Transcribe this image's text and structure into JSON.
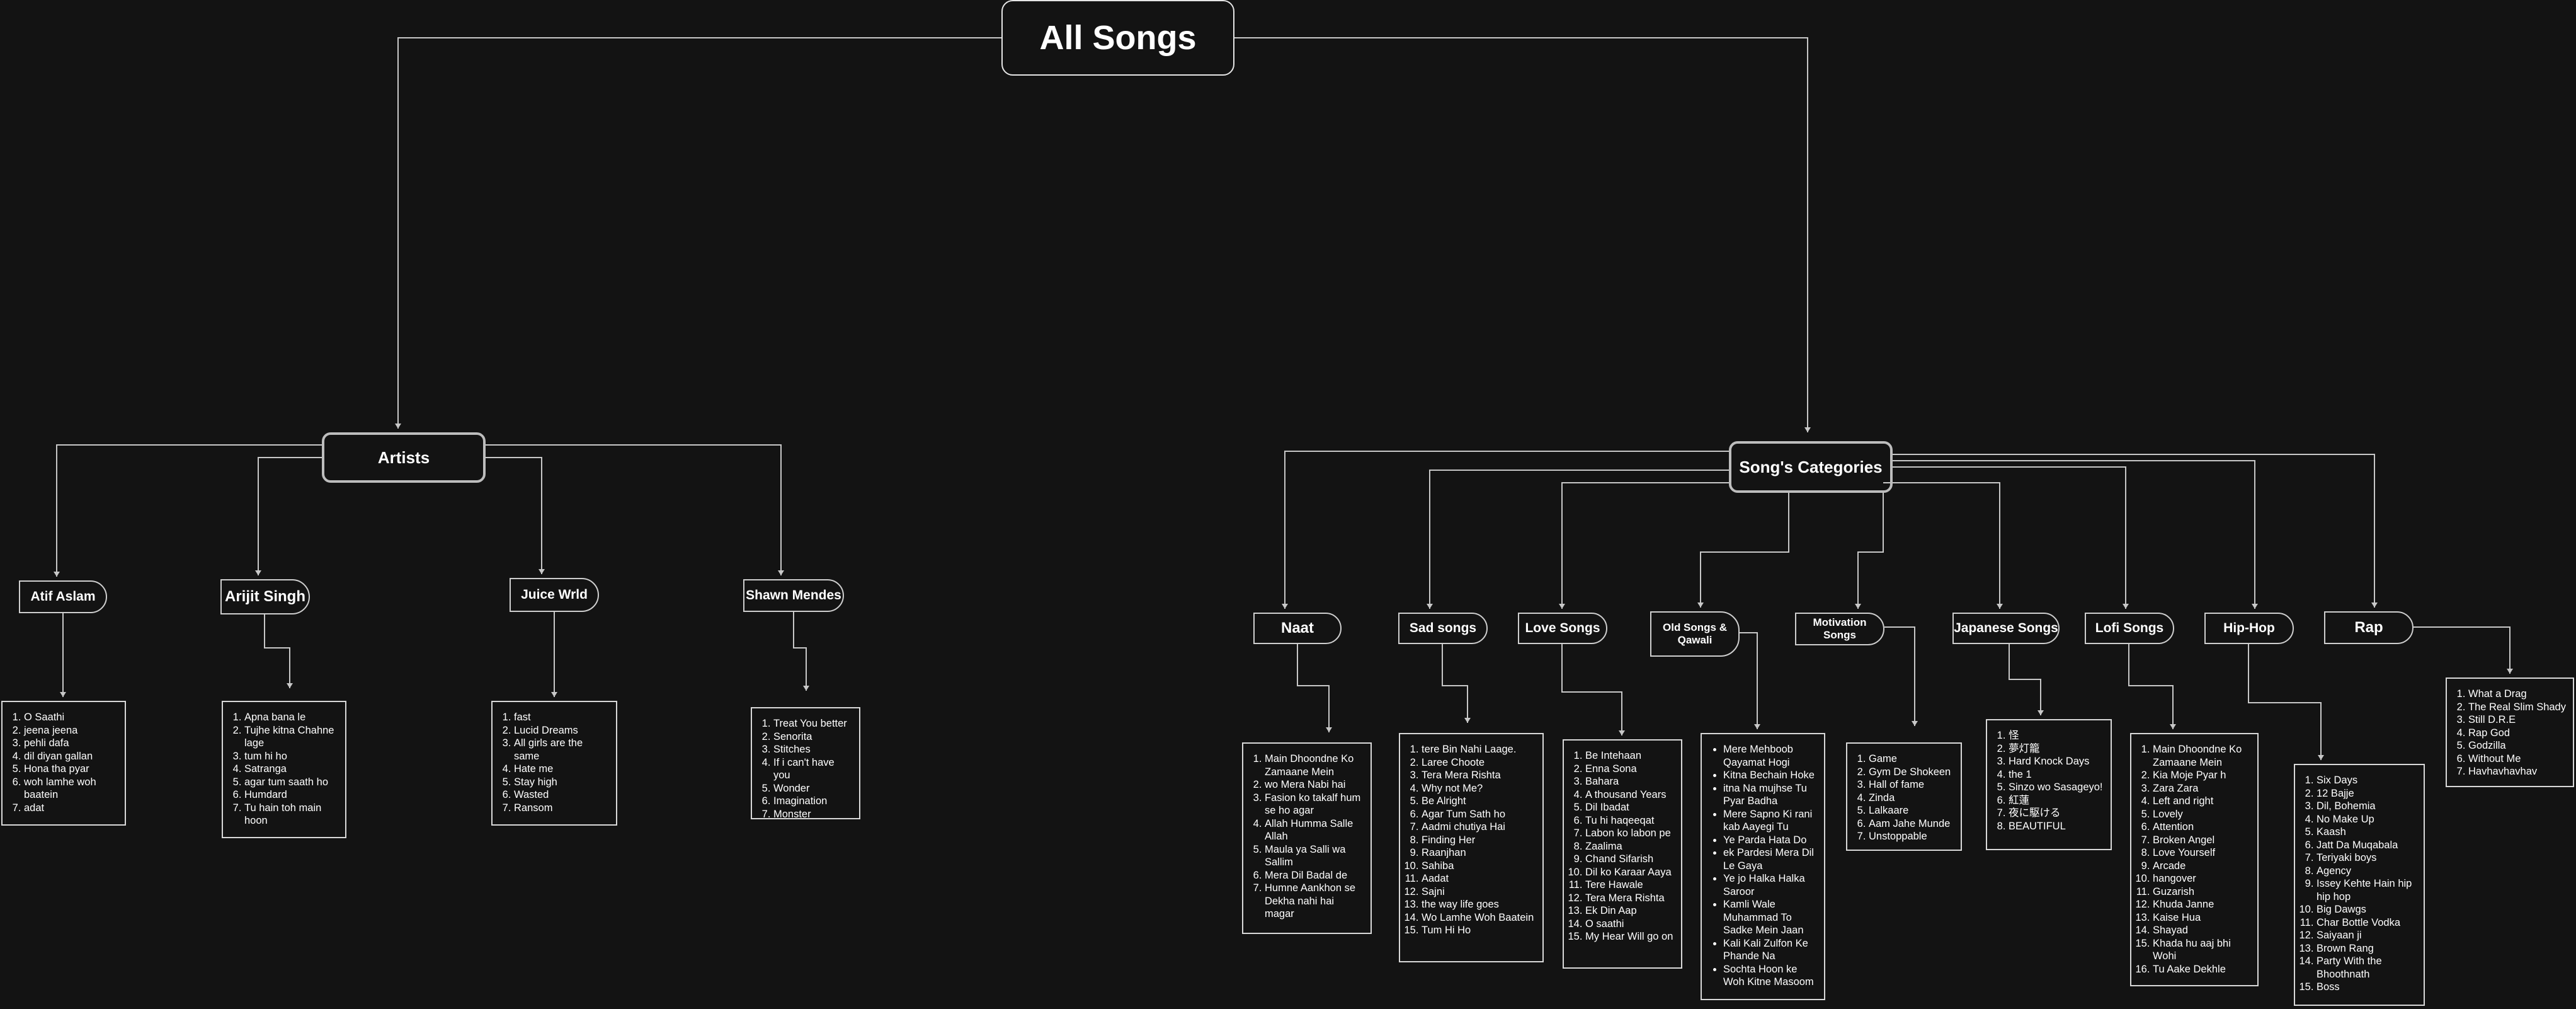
{
  "root": {
    "title": "All Songs"
  },
  "artists": {
    "title": "Artists",
    "items": [
      {
        "name": "Atif Aslam",
        "songs": [
          "O Saathi",
          "jeena jeena",
          "pehli dafa",
          "dil diyan gallan",
          "Hona tha pyar",
          "woh lamhe woh baatein",
          "adat"
        ]
      },
      {
        "name": "Arijit Singh",
        "songs": [
          "Apna bana le",
          "Tujhe kitna Chahne lage",
          "tum hi ho",
          "Satranga",
          "agar tum saath ho",
          "Humdard",
          "Tu hain toh main hoon"
        ]
      },
      {
        "name": "Juice Wrld",
        "songs": [
          "fast",
          "Lucid Dreams",
          "All girls are the same",
          "Hate me",
          "Stay high",
          "Wasted",
          "Ransom"
        ]
      },
      {
        "name": "Shawn Mendes",
        "songs": [
          "Treat You better",
          "Senorita",
          "Stitches",
          "If i can't have you",
          "Wonder",
          "Imagination",
          "Monster"
        ]
      }
    ]
  },
  "categories": {
    "title": "Song's Categories",
    "items": [
      {
        "name": "Naat",
        "list_type": "ol",
        "songs": [
          "Main Dhoondne Ko Zamaane Mein",
          "wo Mera Nabi hai",
          "Fasion ko takalf hum se ho agar",
          "Allah Humma Salle Allah",
          "Maula ya Salli wa Sallim",
          "Mera Dil Badal de",
          "Humne Aankhon se Dekha nahi hai magar"
        ]
      },
      {
        "name": "Sad songs",
        "list_type": "ol",
        "songs": [
          "tere Bin Nahi Laage.",
          "Laree Choote",
          "Tera Mera Rishta",
          "Why not Me?",
          "Be Alright",
          "Agar Tum Sath ho",
          "Aadmi chutiya Hai",
          "Finding Her",
          "Raanjhan",
          "Sahiba",
          "Aadat",
          "Sajni",
          "the way life goes",
          "Wo Lamhe Woh Baatein",
          "Tum Hi Ho"
        ]
      },
      {
        "name": "Love Songs",
        "list_type": "ol",
        "songs": [
          "Be Intehaan",
          "Enna Sona",
          "Bahara",
          "A thousand Years",
          "Dil Ibadat",
          "Tu hi haqeeqat",
          "Labon ko labon pe",
          "Zaalima",
          "Chand Sifarish",
          "Dil ko Karaar Aaya",
          "Tere Hawale",
          "Tera Mera Rishta",
          "Ek Din Aap",
          "O saathi",
          "My Hear Will go on"
        ]
      },
      {
        "name": "Old Songs & Qawali",
        "list_type": "ul",
        "songs": [
          "Mere Mehboob Qayamat Hogi",
          "Kitna Bechain Hoke",
          "itna Na mujhse Tu Pyar Badha",
          "Mere Sapno Ki rani kab Aayegi Tu",
          "Ye Parda Hata Do",
          "ek Pardesi Mera Dil Le Gaya",
          "Ye jo Halka Halka Saroor",
          "Kamli Wale Muhammad To Sadke Mein Jaan",
          "Kali Kali Zulfon Ke Phande Na",
          "Sochta Hoon ke Woh Kitne Masoom"
        ]
      },
      {
        "name": "Motivation Songs",
        "list_type": "ol",
        "songs": [
          "Game",
          "Gym De Shokeen",
          "Hall of fame",
          "Zinda",
          "Lalkaare",
          "Aam Jahe Munde",
          "Unstoppable"
        ]
      },
      {
        "name": "Japanese Songs",
        "list_type": "ol",
        "songs": [
          "怪",
          "夢灯籠",
          "Hard Knock Days",
          "the 1",
          "Sinzo wo Sasageyo!",
          "紅蓮",
          "夜に駆ける",
          "BEAUTIFUL"
        ]
      },
      {
        "name": "Lofi Songs",
        "list_type": "ol",
        "songs": [
          "Main Dhoondne Ko Zamaane Mein",
          "Kia Moje Pyar h",
          "Zara Zara",
          "Left and right",
          "Lovely",
          "Attention",
          "Broken Angel",
          "Love Yourself",
          "Arcade",
          "hangover",
          "Guzarish",
          "Khuda Janne",
          "Kaise Hua",
          "Shayad",
          "Khada hu aaj bhi Wohi",
          "Tu Aake Dekhle"
        ]
      },
      {
        "name": "Hip-Hop",
        "list_type": "ol",
        "songs": [
          "Six Days",
          "12 Bajje",
          "Dil, Bohemia",
          "No Make Up",
          "Kaash",
          "Jatt Da Muqabala",
          "Teriyaki boys",
          "Agency",
          "Issey Kehte Hain hip hip hop",
          "Big Dawgs",
          "Char Bottle Vodka",
          "Saiyaan ji",
          "Brown Rang",
          "Party With the Bhoothnath",
          "Boss"
        ]
      },
      {
        "name": "Rap",
        "list_type": "ol",
        "songs": [
          "What a Drag",
          "The Real Slim Shady",
          "Still D.R.E",
          "Rap God",
          "Godzilla",
          "Without Me",
          "Havhavhavhav"
        ]
      }
    ]
  },
  "colors": {
    "background": "#131313",
    "line": "#c8c8c8",
    "text": "#ffffff"
  }
}
